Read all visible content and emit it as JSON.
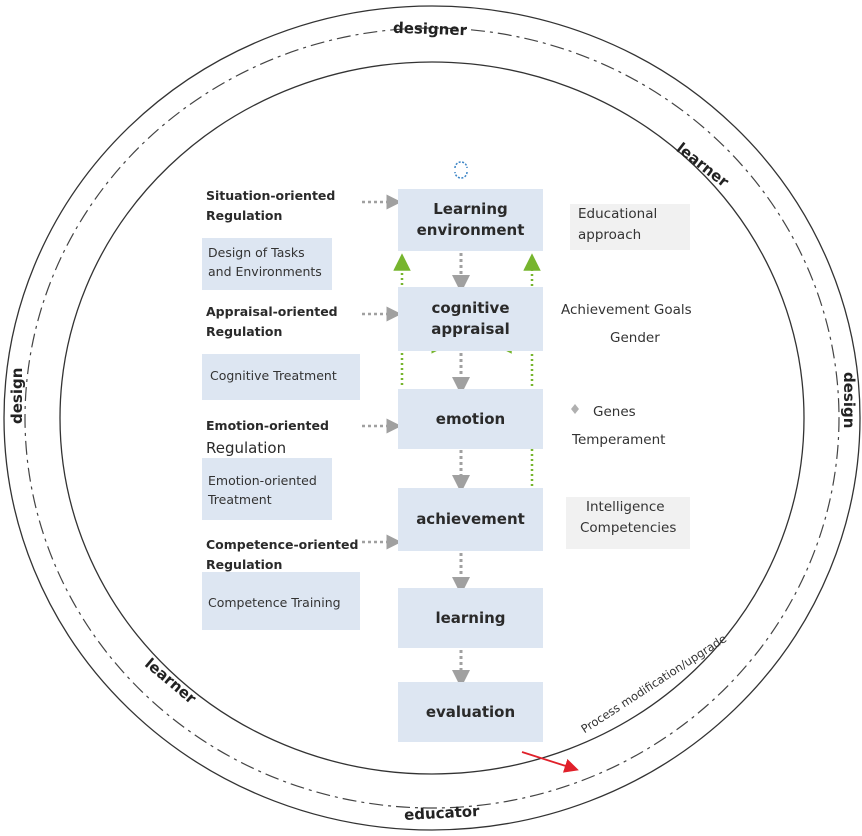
{
  "ring_labels": {
    "top": "designer",
    "bottom": "educator",
    "left": "design",
    "right": "design",
    "upper_right": "learner",
    "lower_left": "learner"
  },
  "center_column": [
    {
      "label": "Learning environment"
    },
    {
      "label": "cognitive appraisal"
    },
    {
      "label": "emotion"
    },
    {
      "label": "achievement"
    },
    {
      "label": "learning"
    },
    {
      "label": "evaluation"
    }
  ],
  "regulations": [
    {
      "title": "Situation-oriented Regulation",
      "treatment": "Design of Tasks and Environments"
    },
    {
      "title": "Appraisal-oriented Regulation",
      "treatment": "Cognitive Treatment"
    },
    {
      "title_line1": "Emotion-oriented",
      "title_line2": "Regulation",
      "treatment": "Emotion-oriented Treatment"
    },
    {
      "title": "Competence-oriented Regulation",
      "treatment": "Competence Training"
    }
  ],
  "factors": {
    "educational": "Educational approach",
    "goals": "Achievement Goals",
    "gender": "Gender",
    "genes": "Genes",
    "temperament": "Temperament",
    "intelligence": "Intelligence",
    "competencies": "Competencies"
  },
  "process_note": "Process modification/upgrade",
  "colors": {
    "box_fill": "#dde6f2",
    "factor_fill": "#f1f1f1",
    "feedback_arrow": "#77b52e",
    "flow_arrow": "#a0a0a0",
    "pointer_arrow": "#e0202a",
    "ring": "#333333"
  }
}
